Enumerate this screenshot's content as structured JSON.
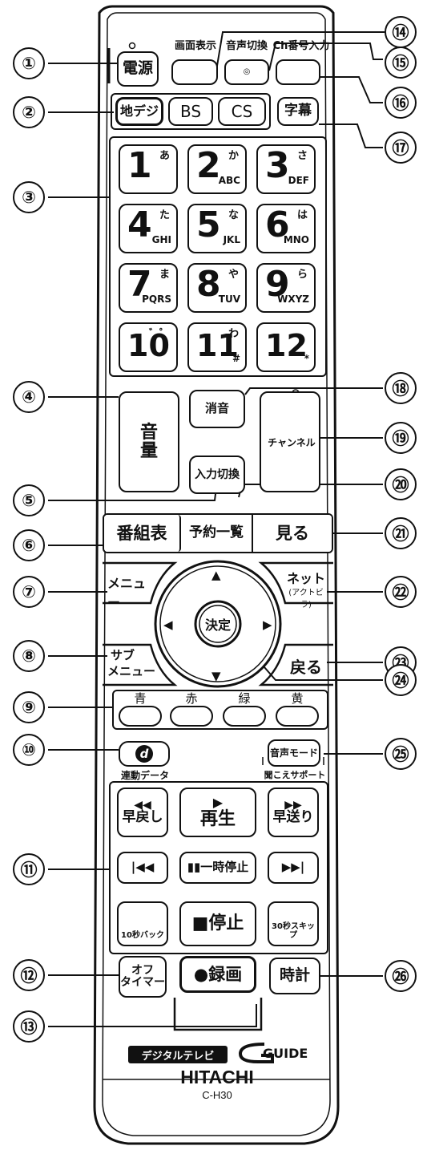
{
  "callouts": [
    "①",
    "②",
    "③",
    "④",
    "⑤",
    "⑥",
    "⑦",
    "⑧",
    "⑨",
    "⑩",
    "⑪",
    "⑫",
    "⑬",
    "⑭",
    "⑮",
    "⑯",
    "⑰",
    "⑱",
    "⑲",
    "⑳",
    "㉑",
    "㉒",
    "㉓",
    "㉔",
    "㉕",
    "㉖"
  ],
  "top": {
    "power": "電源",
    "display_label": "画面表示",
    "audio_label": "音声切換",
    "ch_input_label": "Ch番号入力"
  },
  "broadcast": {
    "terrestrial": "地デジ",
    "bs": "BS",
    "cs": "CS",
    "subtitle": "字幕"
  },
  "keypad": [
    {
      "n": "1",
      "k": "あ",
      "l": ""
    },
    {
      "n": "2",
      "k": "か",
      "l": "ABC"
    },
    {
      "n": "3",
      "k": "さ",
      "l": "DEF"
    },
    {
      "n": "4",
      "k": "た",
      "l": "GHI"
    },
    {
      "n": "5",
      "k": "な",
      "l": "JKL"
    },
    {
      "n": "6",
      "k": "は",
      "l": "MNO"
    },
    {
      "n": "7",
      "k": "ま",
      "l": "PQRS"
    },
    {
      "n": "8",
      "k": "や",
      "l": "TUV"
    },
    {
      "n": "9",
      "k": "ら",
      "l": "WXYZ"
    },
    {
      "n": "10",
      "k": "゛゜",
      "l": ""
    },
    {
      "n": "11",
      "k": "わ",
      "l": "#"
    },
    {
      "n": "12",
      "k": "",
      "l": "*"
    }
  ],
  "volume": "音量",
  "mute": "消音",
  "input_switch": "入力切換",
  "channel": "チャンネル",
  "row": {
    "epg": "番組表",
    "schedule": "予約一覧",
    "watch": "見る"
  },
  "menu": "メニュー",
  "net": "ネット",
  "net_sub": "(アクトビラ)",
  "submenu_line1": "サブ",
  "submenu_line2": "メニュー",
  "back": "戻る",
  "ok": "決定",
  "arrows": {
    "up": "▲",
    "down": "▼",
    "left": "◀",
    "right": "▶"
  },
  "colors": [
    {
      "label": "青"
    },
    {
      "label": "赤"
    },
    {
      "label": "緑"
    },
    {
      "label": "黄"
    }
  ],
  "dbutton_label": "連動データ",
  "dbutton_glyph": "d",
  "audio_mode": "音声モード",
  "hearing_support": "聞こえサポート",
  "playback": {
    "rewind": "早戻し",
    "rewind_sym": "◀◀",
    "play": "再生",
    "play_sym": "▶",
    "ff": "早送り",
    "ff_sym": "▶▶",
    "prev": "|◀◀",
    "pause": "一時停止",
    "pause_sym": "▮▮",
    "next": "▶▶|",
    "back10": "10秒バック",
    "stop": "停止",
    "stop_sym": "■",
    "skip30": "30秒スキップ"
  },
  "off_timer_line1": "オフ",
  "off_timer_line2": "タイマー",
  "record": "●録画",
  "clock": "時計",
  "brand_digital": "デジタルテレビ",
  "brand_guide": "GUIDE",
  "brand_guide_g": "G",
  "brand": "HITACHI",
  "model": "C-H30"
}
